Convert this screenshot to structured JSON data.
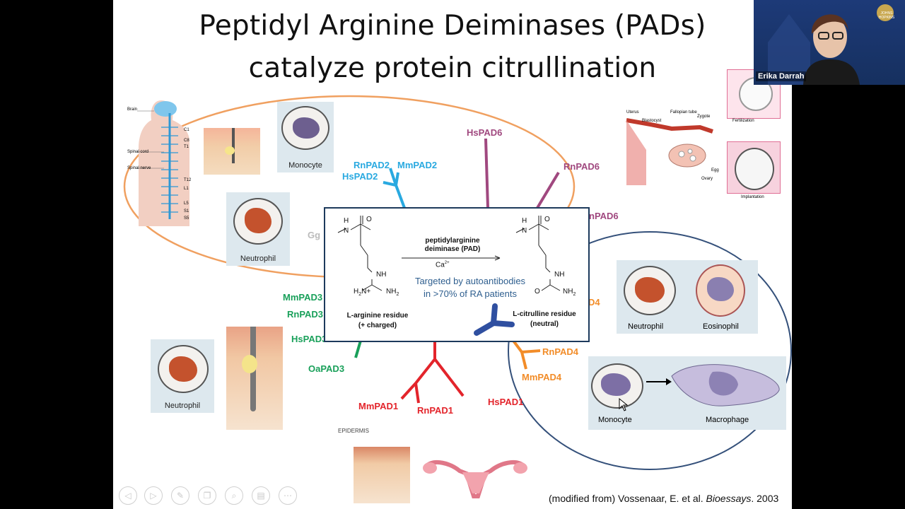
{
  "slide": {
    "title_line1": "Peptidyl Arginine Deiminases (PADs)",
    "title_line2": "catalyze protein citrullination",
    "citation_prefix": "(modified from) Vossenaar, E. et al. ",
    "citation_journal": "Bioessays",
    "citation_year": ". 2003"
  },
  "tree": {
    "pad2": [
      "RnPAD2",
      "MmPAD2",
      "HsPAD2"
    ],
    "pad6": [
      "HsPAD6",
      "RnPAD6",
      "nPAD6"
    ],
    "pad3": [
      "MmPAD3",
      "RnPAD3",
      "HsPAD3",
      "OaPAD3"
    ],
    "pad1": [
      "MmPAD1",
      "RnPAD1",
      "HsPAD1"
    ],
    "pad4": [
      "D4",
      "RnPAD4",
      "MmPAD4"
    ],
    "gg": "Gg",
    "colors": {
      "pad2": "#29a9e0",
      "pad6": "#a0487f",
      "pad3": "#19a05a",
      "pad1": "#e3242b",
      "pad4": "#f28c28"
    }
  },
  "anatomy": {
    "brain": "Brain",
    "spinal_cord": "Spinal cord",
    "spinal_nerve": "Spinal nerve",
    "vertebrae": [
      "C1",
      "C8",
      "T1",
      "T12",
      "L1",
      "L5",
      "S1",
      "S5"
    ],
    "uterus": "Uterus",
    "blastocyst": "Blastocyst",
    "fallopian": "Fallopian tube",
    "zygote": "Zygote",
    "egg": "Egg",
    "ovary": "Ovary",
    "fertilization": "Fertilization",
    "implantation": "Implantation",
    "epidermis": "EPIDERMIS"
  },
  "cells": {
    "monocyte_top": "Monocyte",
    "neutrophil_top": "Neutrophil",
    "neutrophil_right": "Neutrophil",
    "eosinophil": "Eosinophil",
    "monocyte_right": "Monocyte",
    "macrophage": "Macrophage",
    "neutrophil_bottom": "Neutrophil"
  },
  "reaction": {
    "enzyme_line1": "peptidylarginine",
    "enzyme_line2": "deiminase (PAD)",
    "cofactor": "Ca",
    "cofactor_sup": "2+",
    "note_line1": "Targeted by autoantibodies",
    "note_line2": "in >70% of RA patients",
    "arginine_line1": "L-arginine residue",
    "arginine_line2": "(+ charged)",
    "citrulline_line1": "L-citrulline residue",
    "citrulline_line2": "(neutral)",
    "h": "H",
    "n": "N",
    "o": "O",
    "nh": "NH",
    "nh2": "NH",
    "h2n": "H",
    "two": "2",
    "nplus": "N+"
  },
  "webcam": {
    "speaker": "Erika Darrah",
    "brand": "JOHNS HOPKINS"
  },
  "controls": [
    "prev-icon",
    "next-icon",
    "pen-icon",
    "copy-icon",
    "zoom-icon",
    "subtitles-icon",
    "more-icon"
  ]
}
